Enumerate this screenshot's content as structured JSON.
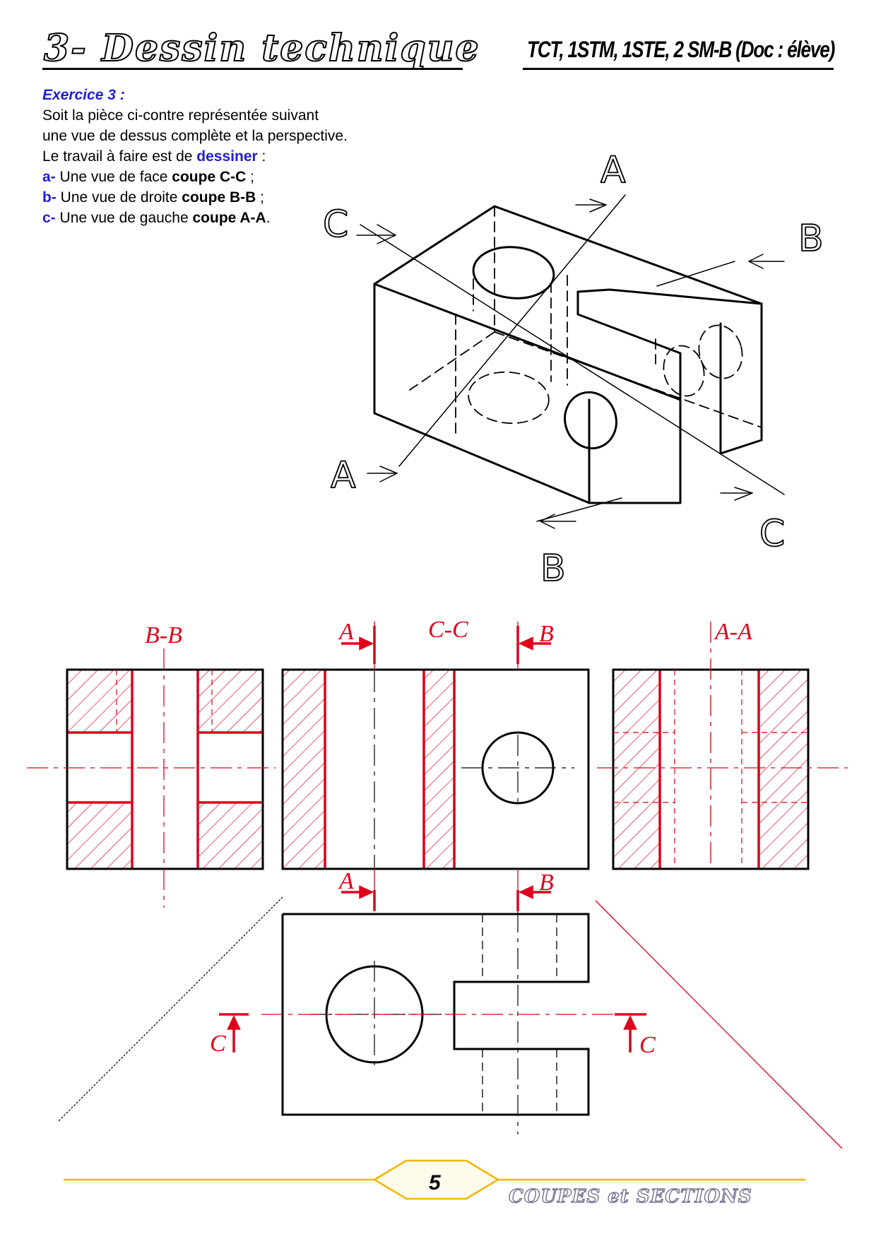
{
  "header": {
    "title": "3- Dessin technique",
    "doc": "TCT, 1STM, 1STE,  2 SM-B (Doc : élève)"
  },
  "exercise": {
    "title": "Exercice 3 :",
    "line1": "Soit la pièce ci-contre représentée suivant",
    "line2": "une vue de dessus complète et la perspective.",
    "line3_prefix": "Le travail à faire est de ",
    "line3_keyword": "dessiner",
    "line3_suffix": " :",
    "items": [
      {
        "letter": "a-",
        "text": " Une vue de face ",
        "bold": "coupe C-C",
        "end": " ;"
      },
      {
        "letter": "b-",
        "text": " Une vue de droite ",
        "bold": "coupe B-B",
        "end": " ;"
      },
      {
        "letter": "c-",
        "text": " Une vue de gauche ",
        "bold": "coupe A-A",
        "end": "."
      }
    ]
  },
  "perspective_labels": {
    "a_top": "A",
    "b_top": "B",
    "c_top": "C",
    "a_bottom": "A",
    "b_bottom": "B",
    "c_bottom": "C"
  },
  "drawing_labels": {
    "view_bb": "B-B",
    "view_cc": "C-C",
    "view_aa": "A-A",
    "arrow_a_top": "A",
    "arrow_b_top": "B",
    "arrow_a_mid": "A",
    "arrow_b_mid": "B",
    "arrow_c_left": "C",
    "arrow_c_right": "C"
  },
  "colors": {
    "section_red": "#e0001b",
    "footer_gold": "#f2b600",
    "kw_blue": "#1f1fd6"
  },
  "footer": {
    "page": "5",
    "text": "COUPES et SECTIONS"
  }
}
